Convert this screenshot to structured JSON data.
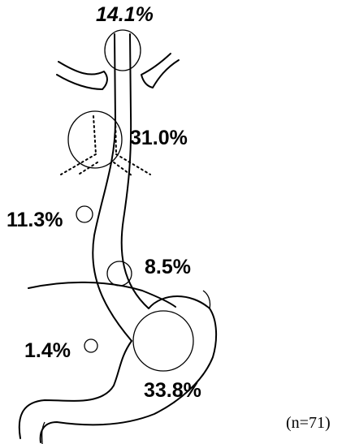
{
  "diagram": {
    "sites": [
      {
        "id": "cervical",
        "label": "14.1%"
      },
      {
        "id": "upper-thoracic",
        "label": "31.0%"
      },
      {
        "id": "paraesophageal",
        "label": "11.3%"
      },
      {
        "id": "lower-thoracic",
        "label": "8.5%"
      },
      {
        "id": "perigastric",
        "label": "1.4%"
      },
      {
        "id": "abdominal",
        "label": "33.8%"
      }
    ],
    "sample_size": "(n=71)"
  }
}
